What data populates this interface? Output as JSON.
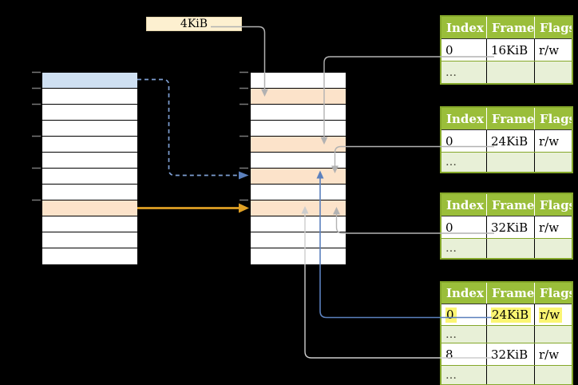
{
  "size_label": "4KiB",
  "virtual_memory": {
    "description": "virtual memory column of page-size slots",
    "rows": 12,
    "blue_row": 0,
    "orange_row": 8,
    "tick_boundaries": [
      0,
      1,
      2,
      4,
      6,
      8
    ]
  },
  "physical_memory": {
    "description": "physical memory column of frame slots",
    "rows": 12,
    "orange_rows": [
      1,
      4,
      6,
      8
    ],
    "tick_boundaries": [
      0,
      1,
      2,
      4,
      6,
      8
    ]
  },
  "page_tables": [
    {
      "headers": [
        "Index",
        "Frame",
        "Flags"
      ],
      "rows": [
        {
          "cells": [
            "0",
            "16KiB",
            "r/w"
          ],
          "variant": "plain"
        },
        {
          "cells": [
            "…",
            "",
            ""
          ],
          "variant": "dots"
        }
      ]
    },
    {
      "headers": [
        "Index",
        "Frame",
        "Flags"
      ],
      "rows": [
        {
          "cells": [
            "0",
            "24KiB",
            "r/w"
          ],
          "variant": "plain"
        },
        {
          "cells": [
            "…",
            "",
            ""
          ],
          "variant": "dots"
        }
      ]
    },
    {
      "headers": [
        "Index",
        "Frame",
        "Flags"
      ],
      "rows": [
        {
          "cells": [
            "0",
            "32KiB",
            "r/w"
          ],
          "variant": "plain"
        },
        {
          "cells": [
            "…",
            "",
            ""
          ],
          "variant": "dots"
        }
      ]
    },
    {
      "headers": [
        "Index",
        "Frame",
        "Flags"
      ],
      "rows": [
        {
          "cells": [
            "0",
            "24KiB",
            "r/w"
          ],
          "variant": "highlight"
        },
        {
          "cells": [
            "…",
            "",
            ""
          ],
          "variant": "dots"
        },
        {
          "cells": [
            "8",
            "32KiB",
            "r/w"
          ],
          "variant": "plain"
        },
        {
          "cells": [
            "…",
            "",
            ""
          ],
          "variant": "dots"
        }
      ]
    }
  ],
  "connections": [
    {
      "name": "size-label-to-frame",
      "from": "4KiB label",
      "to": "physical row 2",
      "style": "solid gray"
    },
    {
      "name": "table1-to-frame",
      "from": "page table 1 frame 16KiB",
      "to": "physical row 5",
      "style": "solid gray"
    },
    {
      "name": "table2-to-frame",
      "from": "page table 2 frame 24KiB",
      "to": "physical row 7",
      "style": "solid gray"
    },
    {
      "name": "table3-to-frame",
      "from": "page table 3 frame 32KiB",
      "to": "physical row 9",
      "style": "solid gray"
    },
    {
      "name": "table4-row0-to-frame",
      "from": "page table 4 frame 24KiB",
      "to": "physical row 7",
      "style": "solid blue"
    },
    {
      "name": "table4-row8-to-frame",
      "from": "page table 4 frame 32KiB",
      "to": "physical row 9",
      "style": "solid light gray"
    },
    {
      "name": "virtual-blue-to-physical",
      "from": "virtual row 1",
      "to": "physical row 7",
      "style": "dashed blue"
    },
    {
      "name": "virtual-orange-to-physical",
      "from": "virtual row 9",
      "to": "physical row 9",
      "style": "solid orange"
    }
  ],
  "colors": {
    "background": "#000000",
    "virtual_highlight_blue": "#cfe0f2",
    "frame_highlight_orange": "#fce3ca",
    "size_label_cream": "#fdf0d0",
    "table_header_green": "#9abe3a",
    "table_border_green": "#85a82a",
    "table_dots_row_green": "#e8f0d7",
    "text_highlight_yellow": "#fbf572",
    "arrow_gray": "#b2b2b2",
    "arrow_light_gray": "#cdcdcd",
    "arrow_blue": "#5b80bd",
    "arrow_dashed_blue": "#7d9ed2",
    "arrow_orange": "#e0a125"
  }
}
